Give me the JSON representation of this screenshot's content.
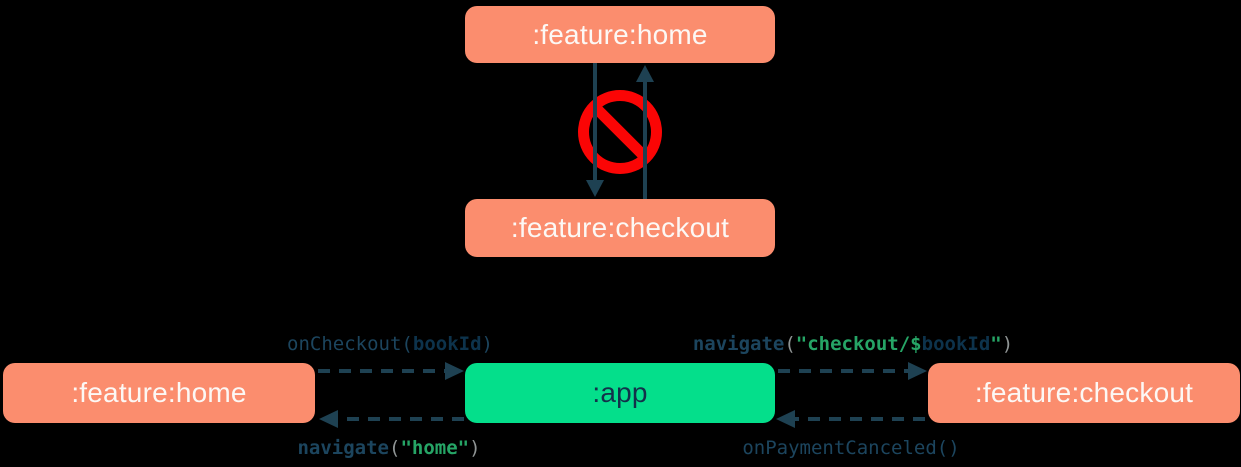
{
  "colors": {
    "background": "#000000",
    "module-box": "#FB8D6E",
    "app-box": "#04DF8B",
    "box-text-light": "#FCF8F5",
    "box-text-dark": "#13314A",
    "arrow": "#1E4152",
    "forbidden": "#FB0505",
    "code-fn": "#1C455E",
    "code-param": "#0D334C",
    "code-string": "#26A566",
    "code-paren": "#8F9494"
  },
  "top": {
    "home_label": ":feature:home",
    "checkout_label": ":feature:checkout"
  },
  "bottom": {
    "home_label": ":feature:home",
    "app_label": ":app",
    "checkout_label": ":feature:checkout"
  },
  "code_labels": {
    "on_checkout": [
      {
        "text": "onCheckout(",
        "style": "fn"
      },
      {
        "text": "bookId",
        "style": "param"
      },
      {
        "text": ")",
        "style": "fn"
      }
    ],
    "navigate_checkout": [
      {
        "text": "navigate",
        "style": "fn-bold"
      },
      {
        "text": "(",
        "style": "paren"
      },
      {
        "text": "\"checkout/$",
        "style": "string"
      },
      {
        "text": "bookId",
        "style": "param"
      },
      {
        "text": "\"",
        "style": "string"
      },
      {
        "text": ")",
        "style": "paren"
      }
    ],
    "navigate_home": [
      {
        "text": "navigate",
        "style": "fn-bold"
      },
      {
        "text": "(",
        "style": "paren"
      },
      {
        "text": "\"home\"",
        "style": "string"
      },
      {
        "text": ")",
        "style": "paren"
      }
    ],
    "on_payment_canceled": [
      {
        "text": "onPaymentCanceled()",
        "style": "fn"
      }
    ]
  }
}
